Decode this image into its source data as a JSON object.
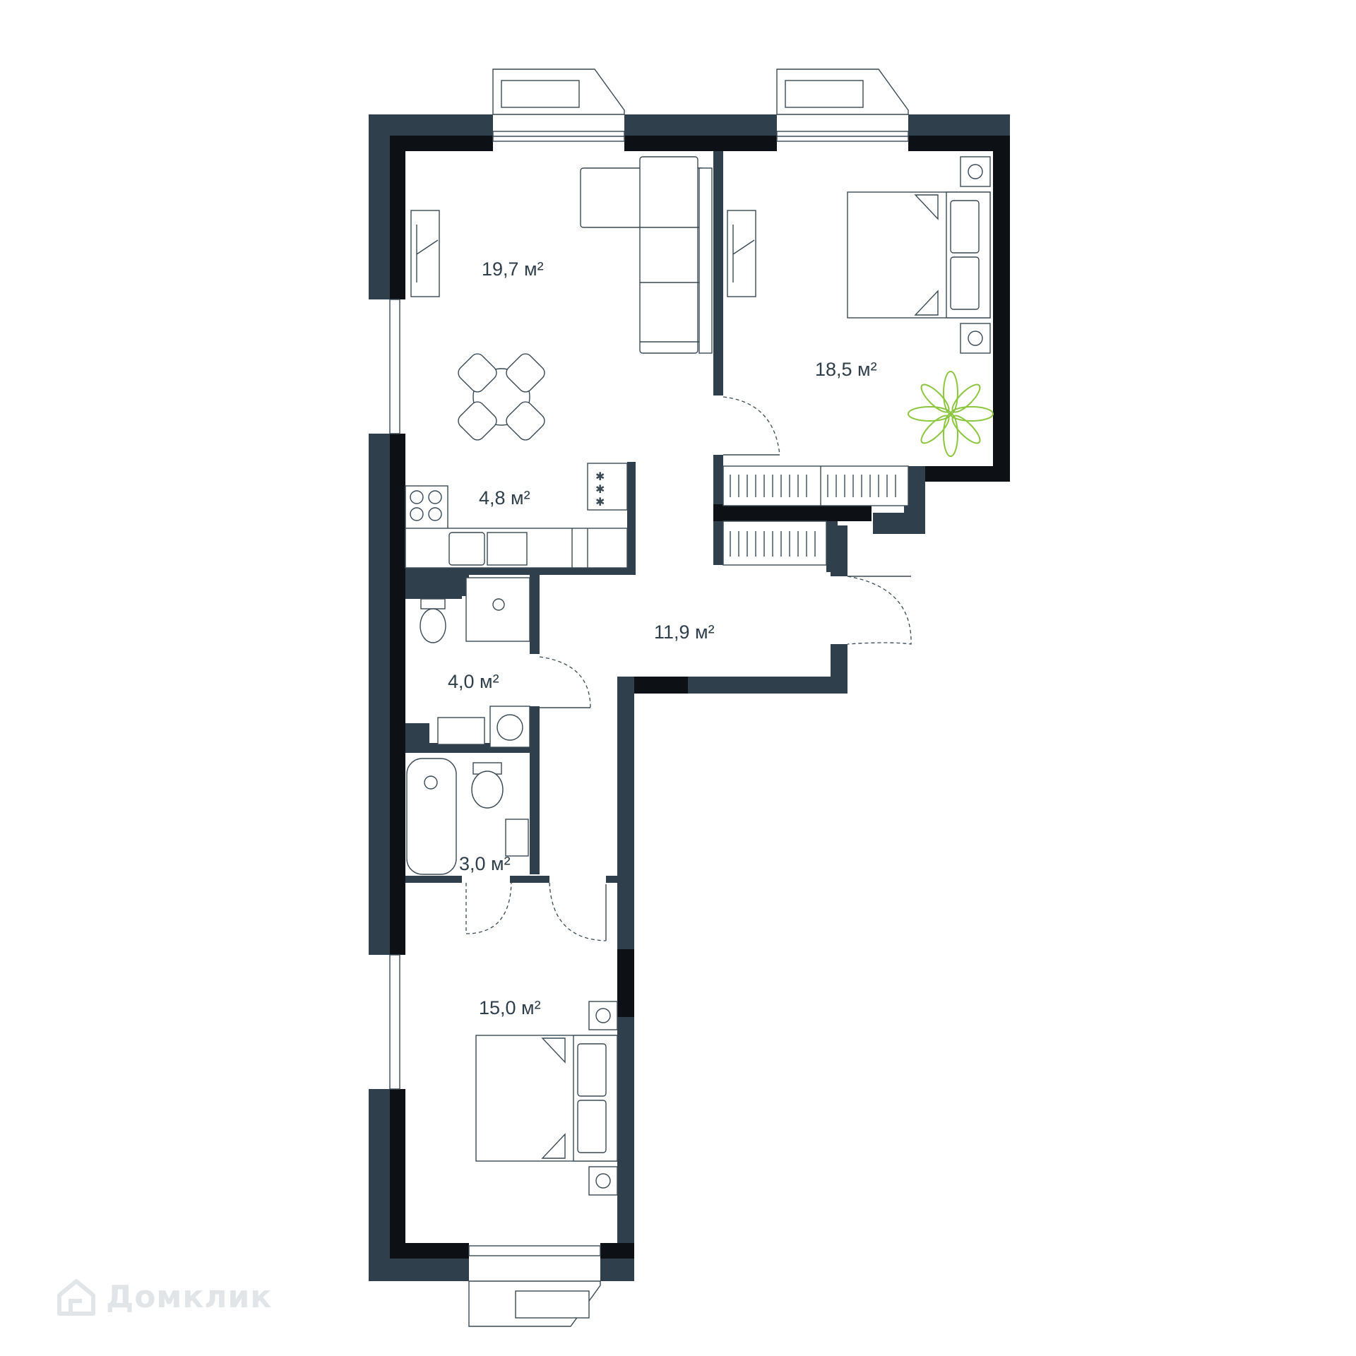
{
  "rooms": [
    {
      "id": "living",
      "area": "19,7 м²"
    },
    {
      "id": "bedroom_1",
      "area": "18,5 м²"
    },
    {
      "id": "kitchen",
      "area": "4,8 м²"
    },
    {
      "id": "hall",
      "area": "11,9 м²"
    },
    {
      "id": "bathroom_1",
      "area": "4,0 м²"
    },
    {
      "id": "bathroom_2",
      "area": "3,0 м²"
    },
    {
      "id": "bedroom_2",
      "area": "15,0 м²"
    }
  ],
  "watermark": {
    "text": "Домклик",
    "icon": "house-logo-icon"
  },
  "colors": {
    "wall": "#2f3f4b",
    "wall_inner": "#0d1014",
    "line": "#3a4a55",
    "plant": "#8cc63f"
  }
}
